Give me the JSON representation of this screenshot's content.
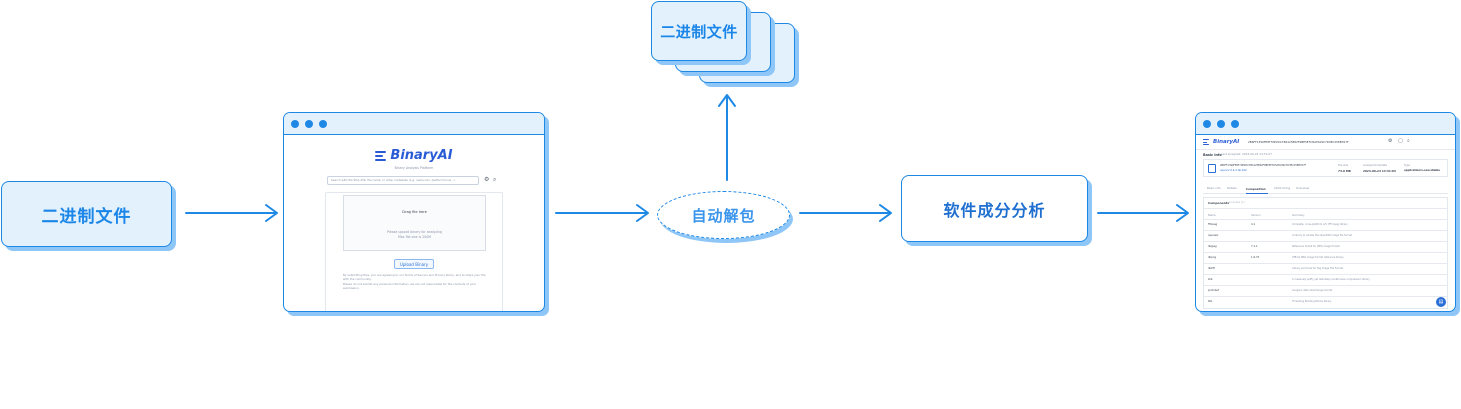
{
  "colors": {
    "accent": "#1e88e5",
    "card_fill": "#e3f1fd",
    "shadow": "#8ec6f7",
    "label": "#1b86e8"
  },
  "nodes": {
    "input_file": {
      "label": "二进制文件"
    },
    "output_files": {
      "label": "二进制文件"
    },
    "unpack": {
      "label": "自动解包"
    },
    "sca": {
      "label": "软件成分分析"
    }
  },
  "upload_window": {
    "logo_text": "BinaryAI",
    "subtitle": "Binary Analysis Platform",
    "search_placeholder": "Search with file SHA-256, file name, or other metadata (e.g. name:xxx, platform:linux...)",
    "drop_title": "Drag file here",
    "drop_hint_1": "Please upload binary for analyzing",
    "drop_hint_2": "Max file size is 200M",
    "upload_button": "Upload Binary",
    "notice_1": "By submitting files, you are agreeing to our Terms of Service and Privacy Policy, and to share your file with the community.",
    "notice_2": "Please do not submit any personal information; we are not responsible for the contents of your submission."
  },
  "result_window": {
    "logo_text": "BinaryAI",
    "hash": "2B6FF1399FE8F70E2DC7B4125E62F9BE5E7D5AFA09C7D3EC25EB767F",
    "basic_info": "Basic Info",
    "last_analyzed": "Last analyzed: 2023-09-24 14:31:07",
    "file_hash": "2B6FF1399FE8F70E2DC7B4125E62F9BE5E7D5AFA09C7D3EC25EB767F",
    "file_name": "opencv-3.4.2.tar.bz2",
    "file_size_label": "File size",
    "file_size": "73.0 MB",
    "analysis_time_label": "Analysis time/date",
    "analysis_time": "2023-09-24 14:31:03",
    "type_label": "Type",
    "type_value": "application/x-executable",
    "tabs": [
      "Basic info",
      "Details",
      "Composition",
      "ASCII string",
      "Overview"
    ],
    "section_title": "Components",
    "section_badge": "Licenses (1)",
    "columns": [
      "Name",
      "Version",
      "Summary"
    ],
    "rows": [
      {
        "name": "ffmpeg",
        "version": "4.1",
        "summary": "Complete, cross-platform A/V (FFmpeg) library"
      },
      {
        "name": "openexr",
        "version": "",
        "summary": "A library to handle the OpenEXR image file format"
      },
      {
        "name": "libjpeg",
        "version": "7.1.1",
        "summary": "Reference toolkit for JPEG image format"
      },
      {
        "name": "libpng",
        "version": "1.6.37",
        "summary": "Official PNG image format reference library"
      },
      {
        "name": "libtiff",
        "version": "",
        "summary": "Library and tools for Tag Image File Format"
      },
      {
        "name": "zlib",
        "version": "",
        "summary": "A massively spiffy yet delicately unobtrusive compression library"
      },
      {
        "name": "protobuf",
        "version": "",
        "summary": "Google's data interchange format"
      },
      {
        "name": "tbb",
        "version": "",
        "summary": "Threading Building Blocks library"
      }
    ]
  }
}
